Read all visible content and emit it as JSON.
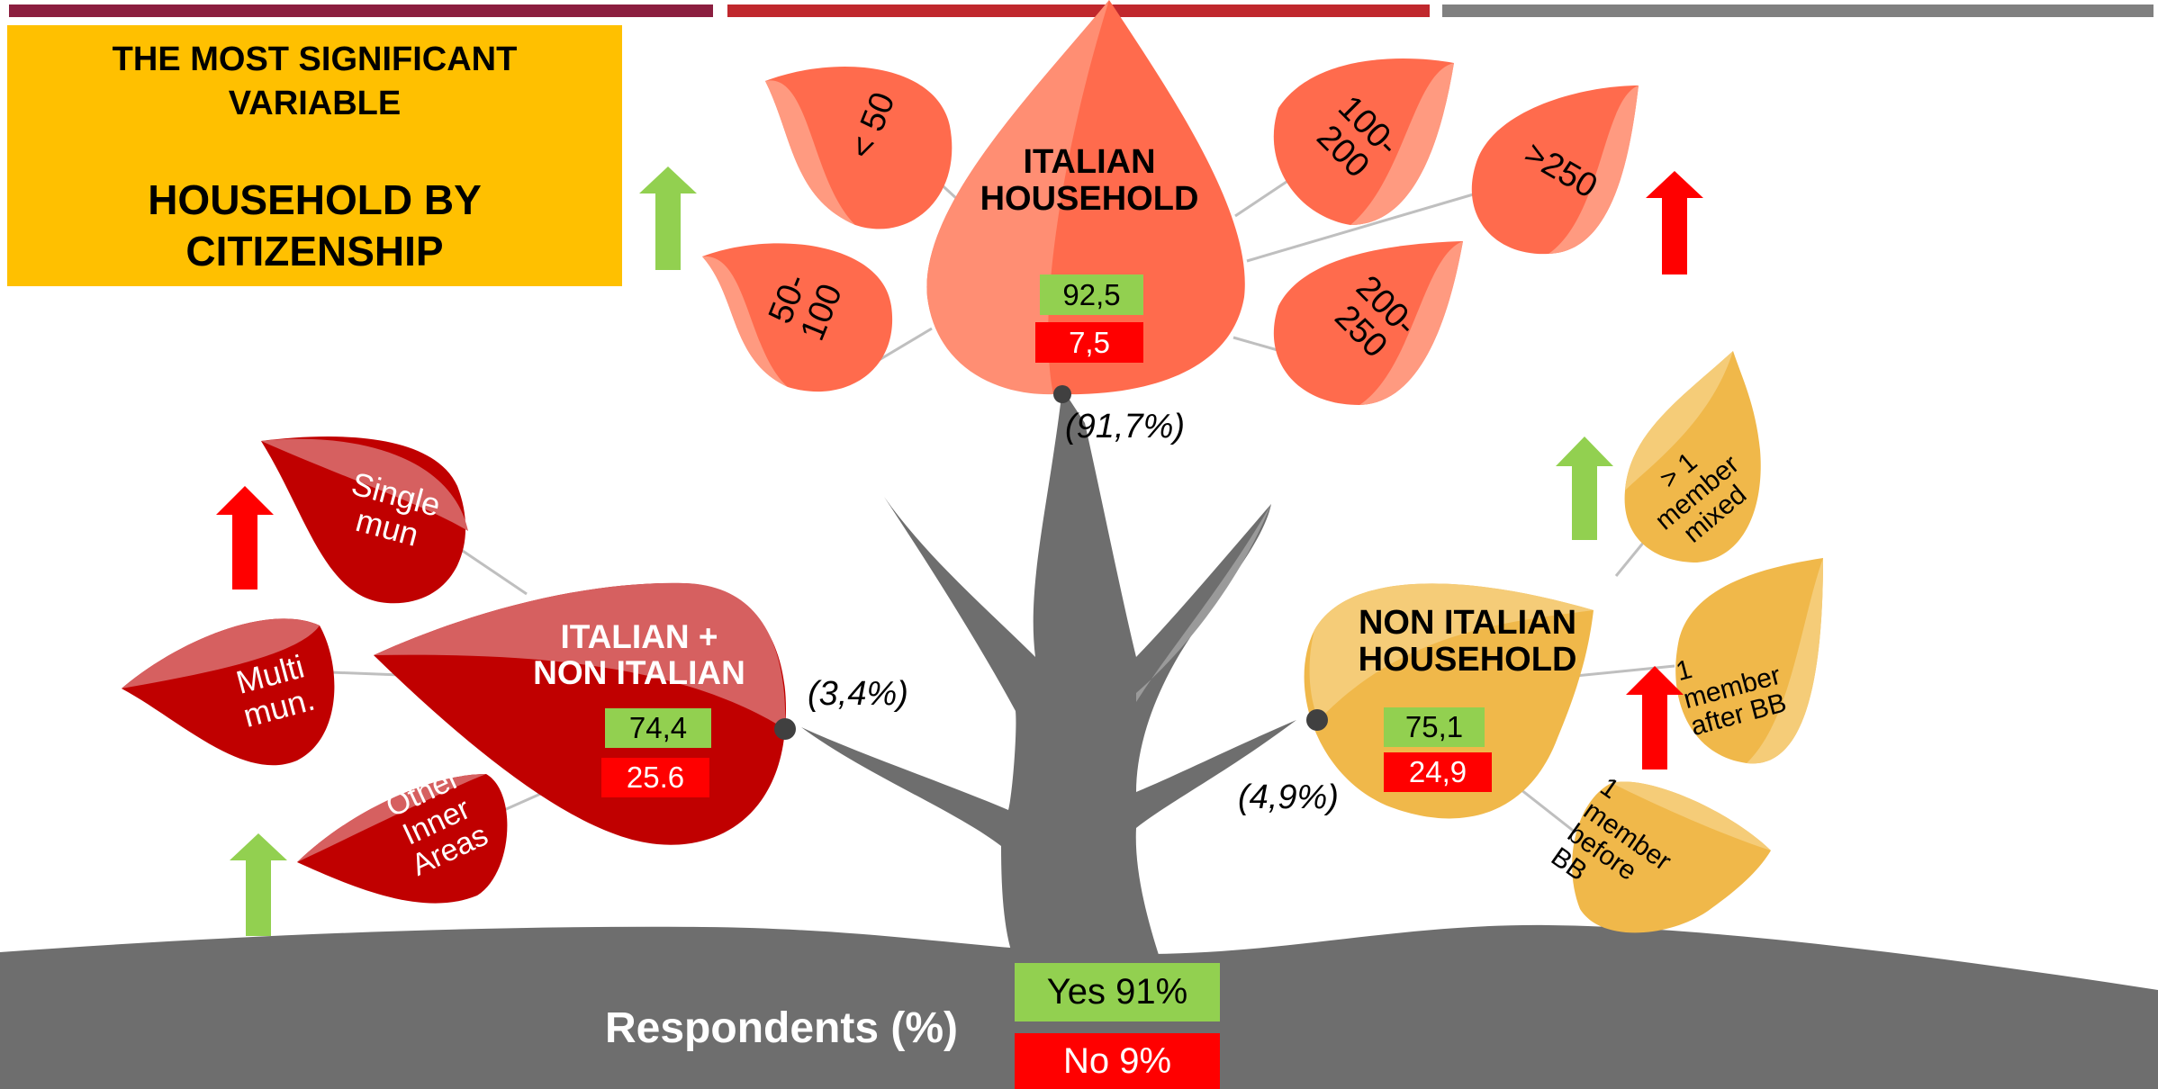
{
  "title": {
    "line1": "THE MOST SIGNIFICANT\nVARIABLE",
    "line2": "HOUSEHOLD BY\nCITIZENSHIP"
  },
  "colors": {
    "top_bar_1": "#8B1E3F",
    "top_bar_2": "#C0282D",
    "top_bar_3": "#808080",
    "italian": "#FF6B4D",
    "mixed": "#C00000",
    "non_italian": "#F0B84A",
    "trunk": "#6E6E6E",
    "yes_green": "#92D050",
    "no_red": "#FF0000",
    "up_arrow": "#92D050",
    "down_arrow": "#FF0000"
  },
  "italian_household": {
    "label": "ITALIAN\nHOUSEHOLD",
    "yes": "92,5",
    "no": "7,5",
    "share": "(91,7%)",
    "leaves": [
      "< 50",
      "50-\n100",
      "100-\n200",
      ">250",
      "200-\n250"
    ]
  },
  "mixed_household": {
    "label": "ITALIAN +\nNON ITALIAN",
    "yes": "74,4",
    "no": "25.6",
    "share": "(3,4%)",
    "leaves": [
      "Single\nmun",
      "Multi\nmun.",
      "Other\nInner\nAreas"
    ]
  },
  "non_italian_household": {
    "label": "NON ITALIAN\nHOUSEHOLD",
    "yes": "75,1",
    "no": "24,9",
    "share": "(4,9%)",
    "leaves": [
      "> 1\nmember\nmixed",
      "1\nmember\nafter BB",
      "1\nmember\nbefore\nBB"
    ]
  },
  "respondents": {
    "label": "Respondents (%)",
    "yes": "Yes 91%",
    "no": "No 9%"
  },
  "arrows": [
    {
      "id": "up-arrow-italian",
      "direction": "up"
    },
    {
      "id": "down-arrow-italian",
      "direction": "down"
    },
    {
      "id": "down-arrow-mixed",
      "direction": "down"
    },
    {
      "id": "up-arrow-mixed",
      "direction": "up"
    },
    {
      "id": "up-arrow-non-italian",
      "direction": "up"
    },
    {
      "id": "down-arrow-non-italian",
      "direction": "down"
    }
  ]
}
